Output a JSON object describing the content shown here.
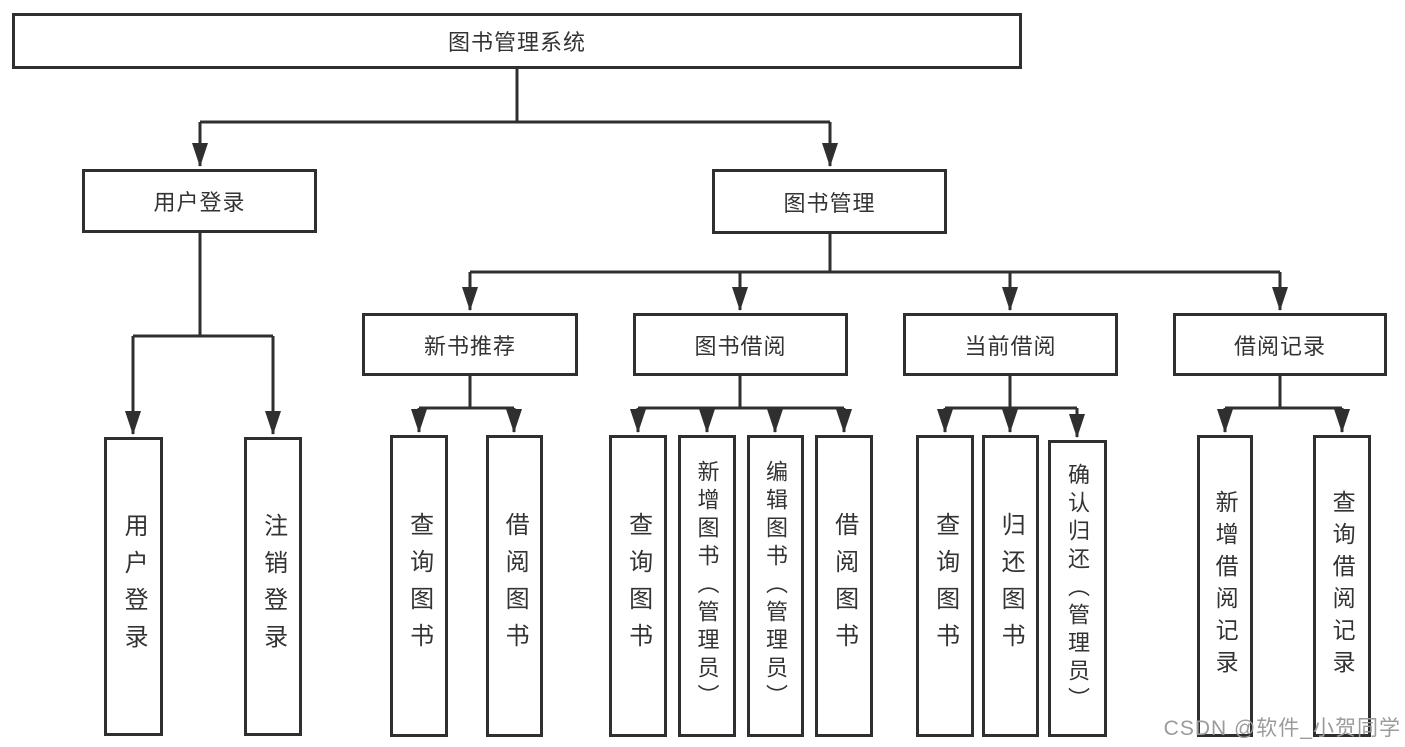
{
  "diagram": {
    "root": {
      "label": "图书管理系统"
    },
    "branches": [
      {
        "label": "用户登录",
        "children": [
          {
            "label": "用户登录"
          },
          {
            "label": "注销登录"
          }
        ]
      },
      {
        "label": "图书管理",
        "children": [
          {
            "label": "新书推荐",
            "children": [
              {
                "label": "查询图书"
              },
              {
                "label": "借阅图书"
              }
            ]
          },
          {
            "label": "图书借阅",
            "children": [
              {
                "label": "查询图书"
              },
              {
                "label": "新增图书（管理员）"
              },
              {
                "label": "编辑图书（管理员）"
              },
              {
                "label": "借阅图书"
              }
            ]
          },
          {
            "label": "当前借阅",
            "children": [
              {
                "label": "查询图书"
              },
              {
                "label": "归还图书"
              },
              {
                "label": "确认归还（管理员）"
              }
            ]
          },
          {
            "label": "借阅记录",
            "children": [
              {
                "label": "新增借阅记录"
              },
              {
                "label": "查询借阅记录"
              }
            ]
          }
        ]
      }
    ]
  },
  "watermark": {
    "text": "CSDN @软件_小贺同学"
  },
  "colors": {
    "line": "#2f2f2f",
    "text": "#333333",
    "watermark": "#9b9b9b",
    "background": "#ffffff"
  }
}
